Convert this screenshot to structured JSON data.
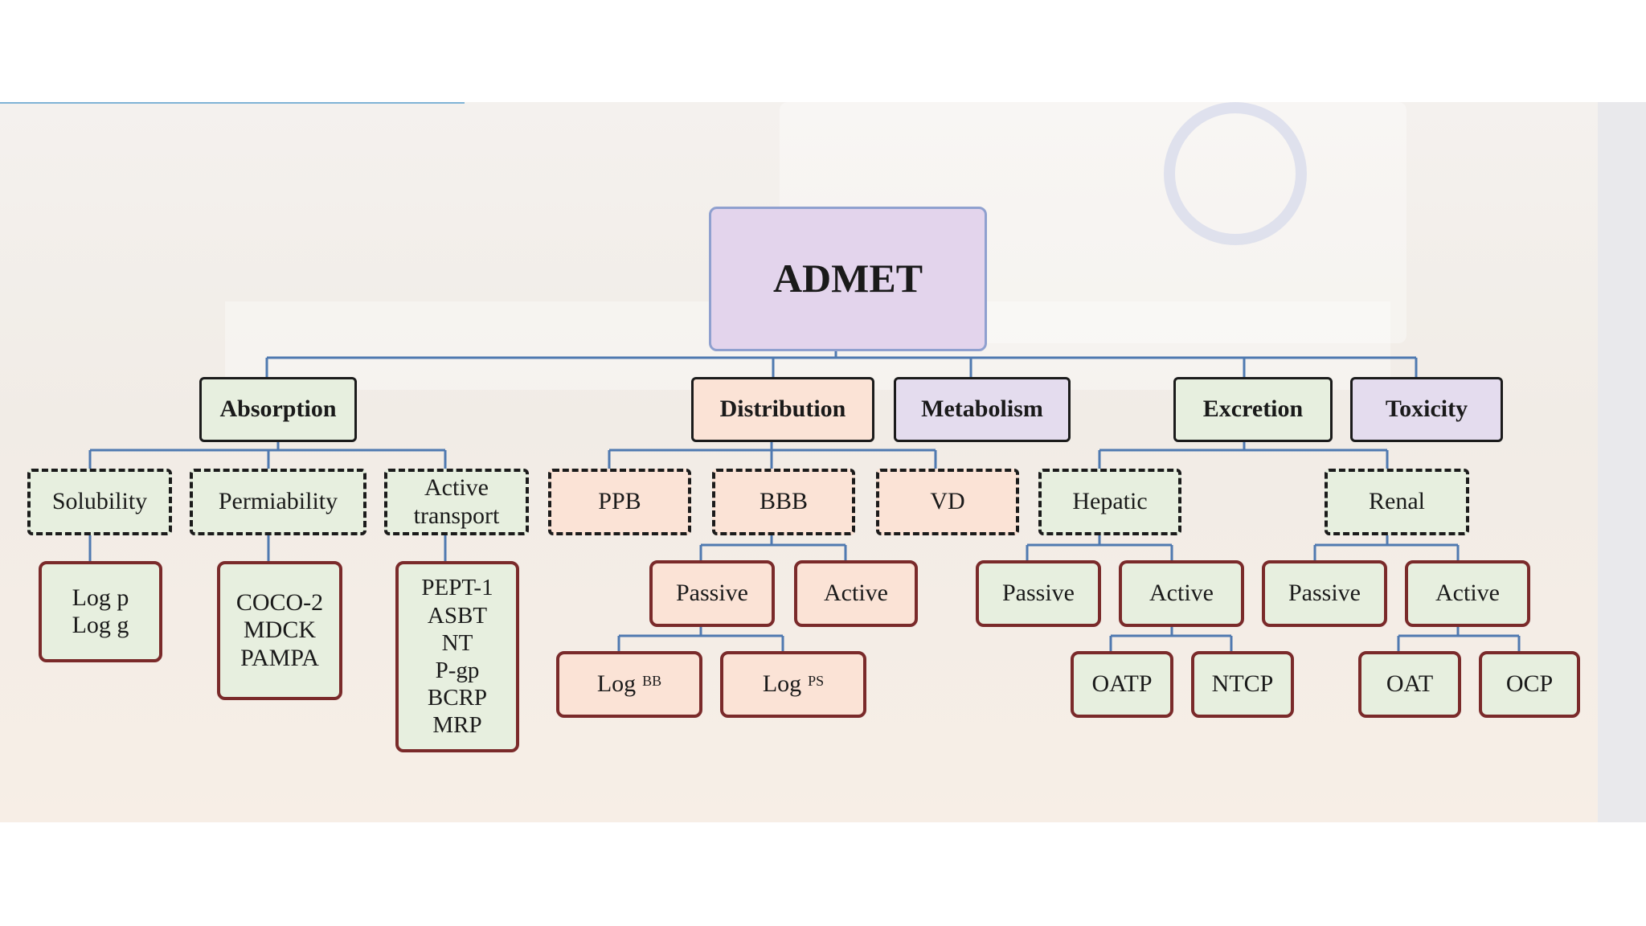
{
  "root": {
    "label": "ADMET"
  },
  "categories": {
    "absorption": "Absorption",
    "distribution": "Distribution",
    "metabolism": "Metabolism",
    "excretion": "Excretion",
    "toxicity": "Toxicity"
  },
  "absorption": {
    "solubility": "Solubility",
    "permiability": "Permiability",
    "active_transport": "Active\ntransport",
    "solubility_items": "Log p\nLog g",
    "permiability_items": "COCO-2\nMDCK\nPAMPA",
    "active_transport_items": "PEPT-1\nASBT\nNT\nP-gp\nBCRP\nMRP"
  },
  "distribution": {
    "ppb": "PPB",
    "bbb": "BBB",
    "vd": "VD",
    "passive": "Passive",
    "active": "Active",
    "log_bb": "Log",
    "log_bb_sup": "BB",
    "log_ps": "Log",
    "log_ps_sup": "PS"
  },
  "metabolism": {
    "hepatic": "Hepatic",
    "passive": "Passive",
    "active": "Active",
    "oatp": "OATP",
    "ntcp": "NTCP"
  },
  "excretion": {
    "renal": "Renal",
    "passive": "Passive",
    "active": "Active",
    "oat": "OAT",
    "ocp": "OCP"
  },
  "colors": {
    "root_fill": "#e3d4ec",
    "green_fill": "#e7efdf",
    "peach_fill": "#fbe3d6",
    "lavender_fill": "#e4dcee",
    "connector": "#4f79b0",
    "leaf_border": "#7a2a2a"
  }
}
